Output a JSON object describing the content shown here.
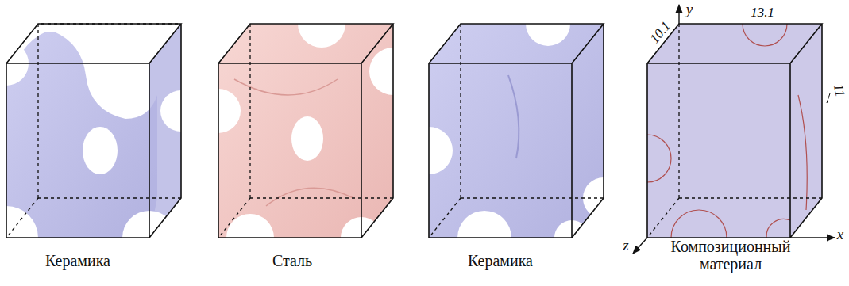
{
  "diagram": {
    "labels": [
      "Керамика",
      "Сталь",
      "Керамика",
      "Композиционный материал",
      "10.1",
      "13.1",
      "11",
      "y",
      "x",
      "z"
    ]
  }
}
